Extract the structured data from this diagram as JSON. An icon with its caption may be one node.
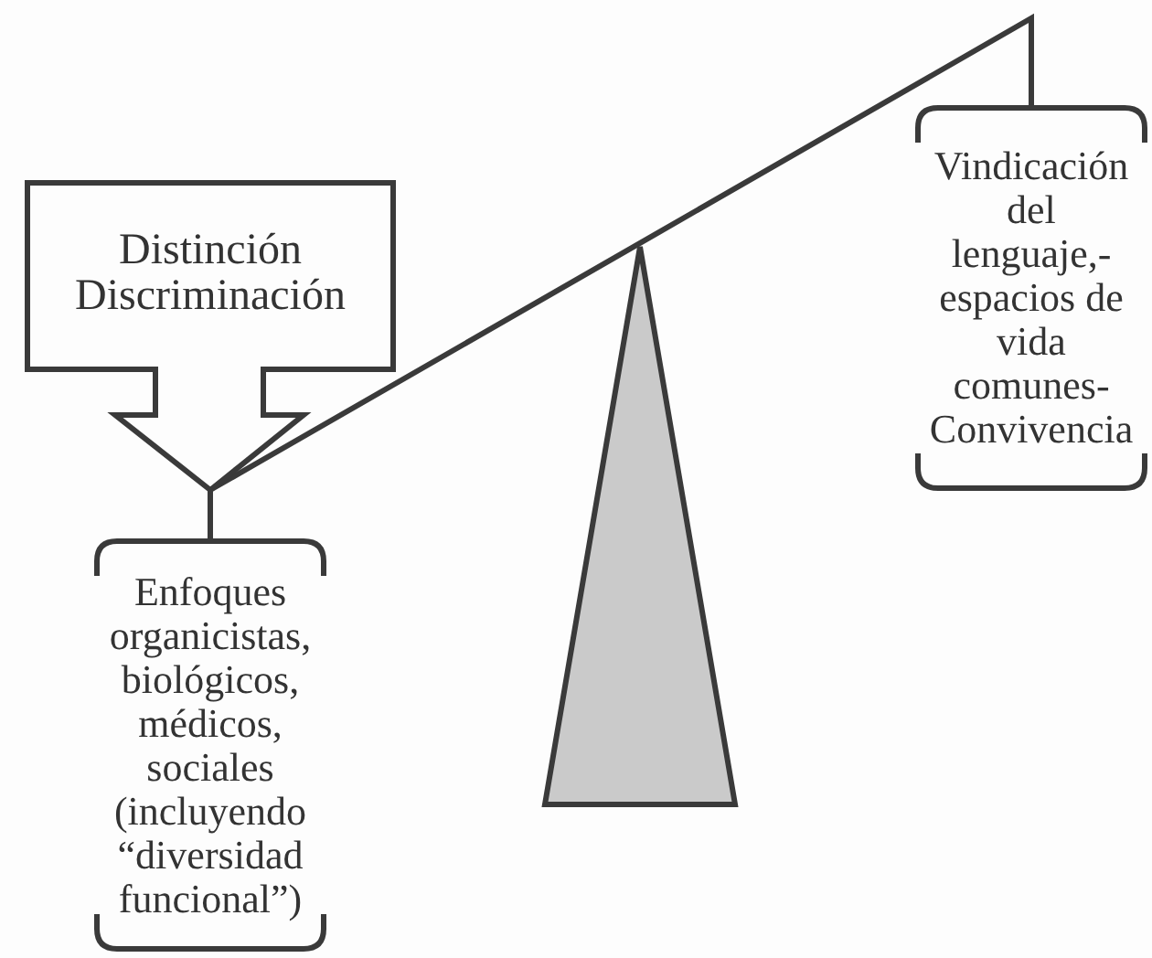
{
  "diagram": {
    "nodes": [
      {
        "text": [
          "Distinción Discriminación"
        ]
      },
      {
        "text": [
          "Enfoques organicistas, biológicos, médicos, sociales (incluyendo “diversidad funcional”)"
        ]
      },
      {
        "text": [
          "Vindicación del lenguaje,- espacios de vida comunes- Convivencia"
        ]
      },
      {
        "text": [],
        "shape": "triangle"
      }
    ],
    "edges": [
      {
        "from": 1,
        "to": 2,
        "arrow": "none"
      }
    ]
  }
}
